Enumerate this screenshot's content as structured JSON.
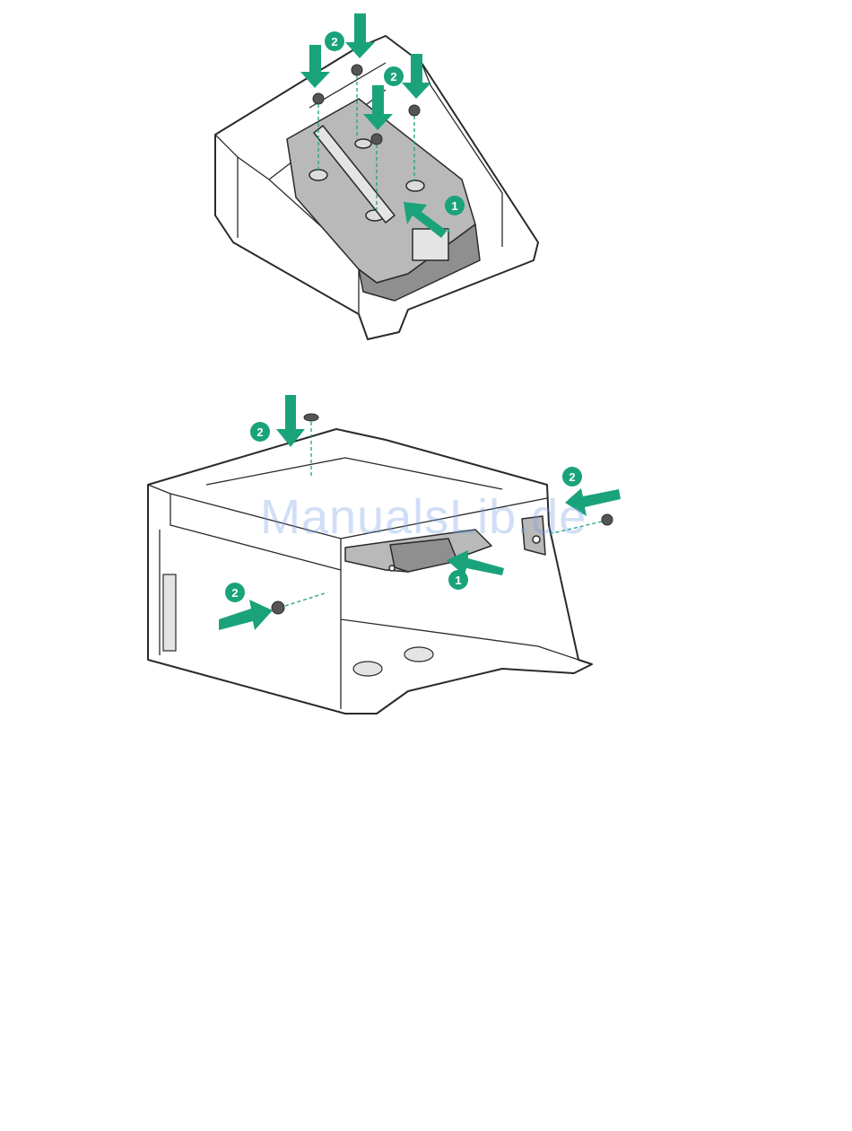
{
  "colors": {
    "accent": "#1aa37a",
    "line": "#2a2a2a",
    "fill_gray": "#b9b9b9",
    "fill_light": "#e4e4e4",
    "watermark": "#9fbce8"
  },
  "figure_top": {
    "callouts": [
      {
        "label": "2"
      },
      {
        "label": "2"
      },
      {
        "label": "1"
      }
    ]
  },
  "figure_bottom": {
    "callouts": [
      {
        "label": "2"
      },
      {
        "label": "2"
      },
      {
        "label": "2"
      },
      {
        "label": "1"
      }
    ]
  },
  "watermark": {
    "text": "ManualsLib.de"
  }
}
